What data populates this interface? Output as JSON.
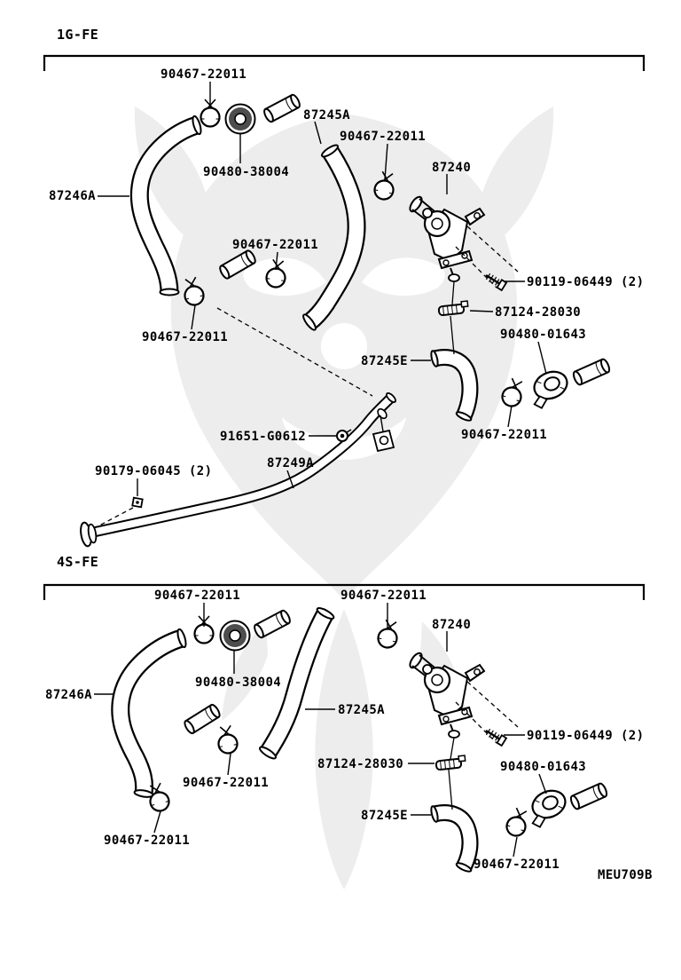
{
  "theme": {
    "background": "#ffffff",
    "line_color": "#000000",
    "watermark_color": "#ededed",
    "grommet_ring_color": "#4d4d4d"
  },
  "figure_code": "MEU709B",
  "sections": [
    {
      "title": "1G-FE",
      "labels": [
        {
          "text": "90467-22011"
        },
        {
          "text": "87245A"
        },
        {
          "text": "90467-22011"
        },
        {
          "text": "87240"
        },
        {
          "text": "90480-38004"
        },
        {
          "text": "87246A"
        },
        {
          "text": "90467-22011"
        },
        {
          "text": "90119-06449 (2)"
        },
        {
          "text": "87124-28030"
        },
        {
          "text": "90480-01643"
        },
        {
          "text": "90467-22011"
        },
        {
          "text": "87245E"
        },
        {
          "text": "90467-22011"
        },
        {
          "text": "91651-G0612"
        },
        {
          "text": "87249A"
        },
        {
          "text": "90179-06045 (2)"
        }
      ]
    },
    {
      "title": "4S-FE",
      "labels": [
        {
          "text": "90467-22011"
        },
        {
          "text": "90467-22011"
        },
        {
          "text": "87240"
        },
        {
          "text": "90480-38004"
        },
        {
          "text": "87246A"
        },
        {
          "text": "87245A"
        },
        {
          "text": "90119-06449 (2)"
        },
        {
          "text": "87124-28030"
        },
        {
          "text": "90480-01643"
        },
        {
          "text": "90467-22011"
        },
        {
          "text": "87245E"
        },
        {
          "text": "90467-22011"
        },
        {
          "text": "90467-22011"
        }
      ]
    }
  ]
}
